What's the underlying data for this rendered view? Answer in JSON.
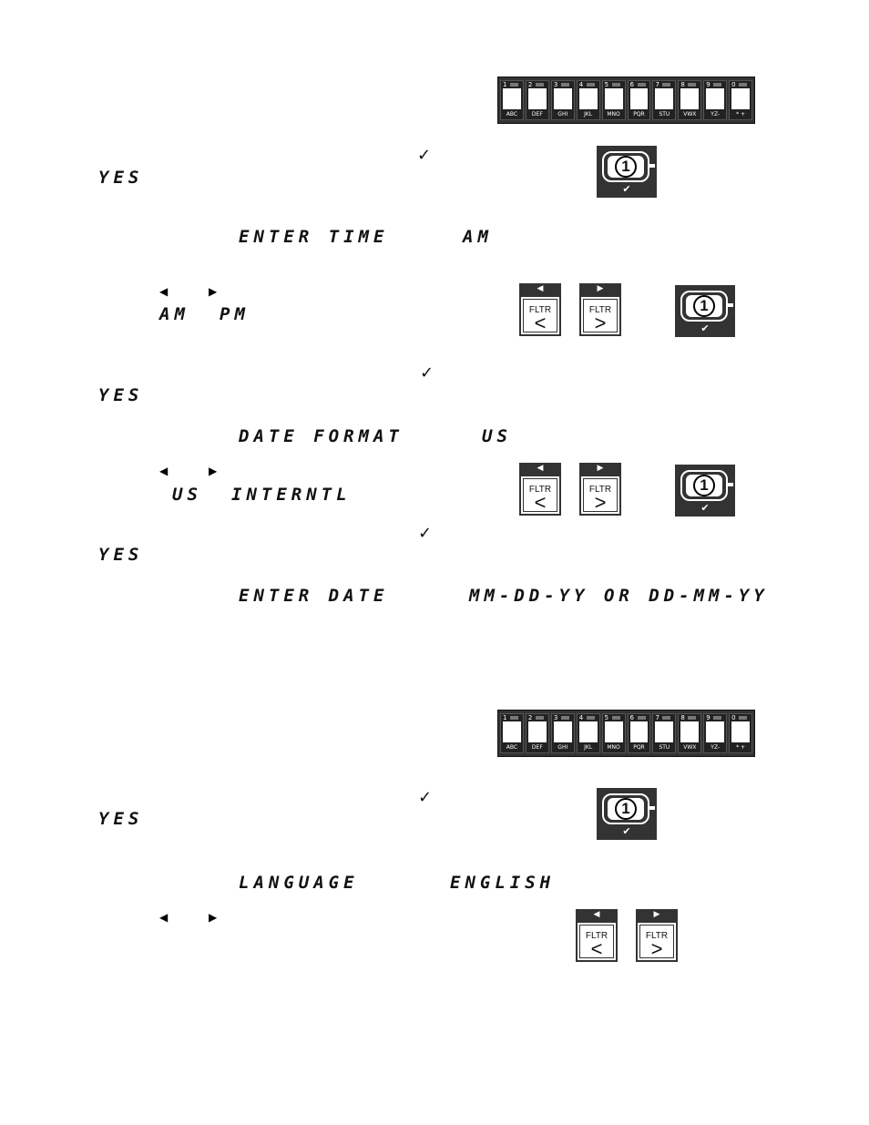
{
  "keypad": {
    "keys": [
      {
        "num": "1",
        "sub": "ABC"
      },
      {
        "num": "2",
        "sub": "DEF"
      },
      {
        "num": "3",
        "sub": "GHI"
      },
      {
        "num": "4",
        "sub": "JKL"
      },
      {
        "num": "5",
        "sub": "MNO"
      },
      {
        "num": "6",
        "sub": "PQR"
      },
      {
        "num": "7",
        "sub": "STU"
      },
      {
        "num": "8",
        "sub": "VWX"
      },
      {
        "num": "9",
        "sub": "YZ-"
      },
      {
        "num": "0",
        "sub": "* +"
      }
    ]
  },
  "button1": {
    "digit": "1",
    "check": "✔"
  },
  "fltr": {
    "label": "FLTR",
    "left_arrow": "<",
    "right_arrow": ">",
    "left_indicator": "◀",
    "right_indicator": "▶"
  },
  "check_mark": "✓",
  "arrows": {
    "left": "◀",
    "right": "▶"
  },
  "lcd": {
    "yes": "YES",
    "enter_time": "ENTER TIME",
    "am": "AM",
    "am2": "AM",
    "pm": "PM",
    "date_format": "DATE FORMAT",
    "us": "US",
    "us2": "US",
    "interntl": "INTERNTL",
    "enter_date": "ENTER DATE",
    "date_pattern": "MM-DD-YY OR DD-MM-YY",
    "language": "LANGUAGE",
    "english": "ENGLISH"
  }
}
